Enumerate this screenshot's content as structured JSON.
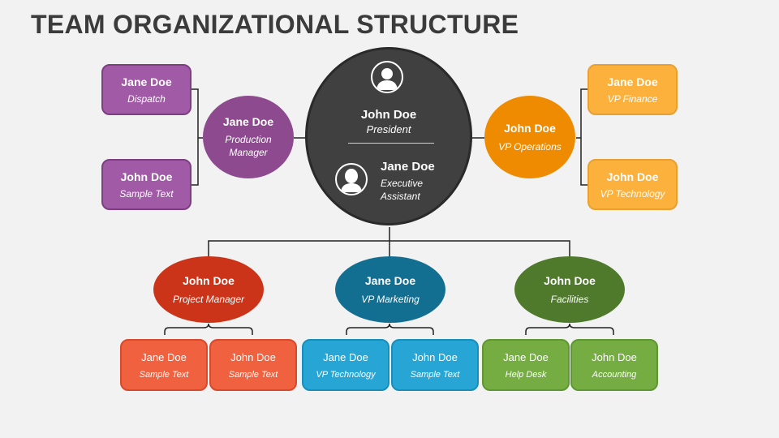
{
  "title": "TEAM ORGANIZATIONAL STRUCTURE",
  "colors": {
    "president": "#404040",
    "purple": "#8e4a8e",
    "orange": "#ef8b00",
    "red": "#cc3419",
    "blue": "#136f92",
    "green": "#4f7a2c",
    "connector": "#222222"
  },
  "president": {
    "name": "John Doe",
    "role": "President",
    "assistant_name": "Jane Doe",
    "assistant_role": "Executive Assistant",
    "icons": [
      "male-user-icon",
      "female-user-icon"
    ]
  },
  "production": {
    "name": "Jane Doe",
    "role": "Production Manager",
    "reports": [
      {
        "name": "Jane Doe",
        "role": "Dispatch"
      },
      {
        "name": "John Doe",
        "role": "Sample Text"
      }
    ]
  },
  "operations": {
    "name": "John Doe",
    "role": "VP Operations",
    "reports": [
      {
        "name": "Jane Doe",
        "role": "VP Finance"
      },
      {
        "name": "John Doe",
        "role": "VP Technology"
      }
    ]
  },
  "project": {
    "name": "John Doe",
    "role": "Project Manager",
    "reports": [
      {
        "name": "Jane Doe",
        "role": "Sample Text"
      },
      {
        "name": "John Doe",
        "role": "Sample Text"
      }
    ]
  },
  "marketing": {
    "name": "Jane Doe",
    "role": "VP Marketing",
    "reports": [
      {
        "name": "Jane Doe",
        "role": "VP Technology"
      },
      {
        "name": "John Doe",
        "role": "Sample Text"
      }
    ]
  },
  "facilities": {
    "name": "John Doe",
    "role": "Facilities",
    "reports": [
      {
        "name": "Jane Doe",
        "role": "Help Desk"
      },
      {
        "name": "John Doe",
        "role": "Accounting"
      }
    ]
  }
}
